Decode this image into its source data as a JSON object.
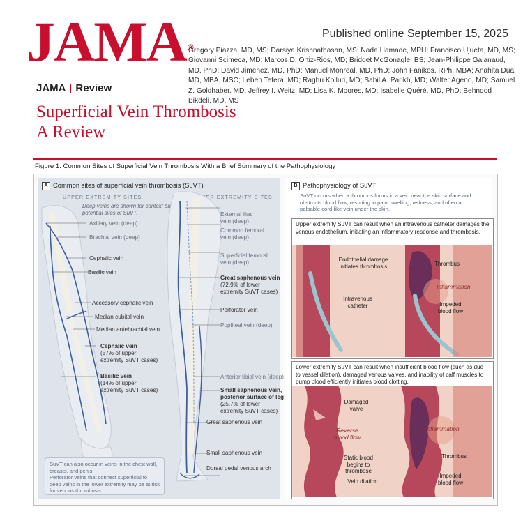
{
  "header": {
    "logo": "JAMA",
    "registered": "®",
    "published": "Published online September 15, 2025",
    "authors": "Gregory Piazza, MD, MS; Darsiya Krishnathasan, MS; Nada Hamade, MPH; Francisco Ujueta, MD, MS; Giovanni Scimeca, MD; Marcos D. Ortiz-Rios, MD; Bridget McGonagle, BS; Jean-Philippe Galanaud, MD, PhD; David Jiménez, MD, PhD; Manuel Monreal, MD, PhD; John Fanikos, RPh, MBA; Anahita Dua, MD, MBA, MSC; Leben Tefera, MD; Raghu Kolluri, MD; Sahil A. Parikh, MD; Walter Ageno, MD; Samuel Z. Goldhaber, MD; Jeffrey I. Weitz, MD; Lisa K. Moores, MD; Isabelle Quéré, MD, PhD; Behnood Bikdeli, MD, MS",
    "journal": "JAMA",
    "sep": "|",
    "section": "Review",
    "title_line1": "Superficial Vein Thrombosis",
    "title_line2": "A Review"
  },
  "figure": {
    "caption": "Figure 1. Common Sites of Superficial Vein Thrombosis With a Brief Summary of the Pathophysiology",
    "panel_a": {
      "label": "A",
      "title": "Common sites of superficial vein thrombosis (SuVT)",
      "upper_title": "UPPER EXTREMITY SITES",
      "lower_title": "LOWER EXTREMITY SITES",
      "deep_note": "Deep veins are shown for context but are not potential sites of SuVT.",
      "upper_labels": {
        "axillary": "Axillary vein (deep)",
        "brachial": "Brachial vein (deep)",
        "cephalic": "Cephalic vein",
        "basilic": "Basilic vein",
        "accessory": "Accessory cephalic vein",
        "median_cubital": "Median cubital vein",
        "median_ante": "Median antebrachial vein",
        "cephalic2": "Cephalic vein",
        "cephalic2_pct": "(57% of upper",
        "cephalic2_pct2": "extremity SuVT cases)",
        "basilic2": "Basilic vein",
        "basilic2_pct": "(14% of upper",
        "basilic2_pct2": "extremity SuVT cases)"
      },
      "lower_labels": {
        "ext_iliac": "External iliac",
        "ext_iliac2": "vein (deep)",
        "common_fem": "Common femoral",
        "common_fem2": "vein (deep)",
        "sup_fem": "Superficial femoral",
        "sup_fem2": "vein (deep)",
        "gsv": "Great saphenous vein",
        "gsv_pct": "(72.9% of lower",
        "gsv_pct2": "extremity SuVT cases)",
        "perforator": "Perforator vein",
        "popliteal": "Popliteal vein (deep)",
        "ant_tibial": "Anterior tibial vein (deep)",
        "ssv": "Small saphenous vein,",
        "ssv2": "posterior surface of leg",
        "ssv_pct": "(25.7% of lower",
        "ssv_pct2": "extremity SuVT cases)",
        "gsv_lower": "Great saphenous vein",
        "ssv_lower": "Small saphenous vein",
        "dorsal": "Dorsal pedal venous arch"
      },
      "footnote_1": "SuVT can also occur in veins in the chest wall, breasts, and penis.",
      "footnote_2": "Perforator veins that connect superficial to deep veins in the lower extremity may be at risk for venous thrombosis."
    },
    "panel_b": {
      "label": "B",
      "title": "Pathophysiology of SuVT",
      "intro": "SuVT occurs when a thrombus forms in a vein near the skin surface and obstructs blood flow, resulting in pain, swelling, redness, and often a palpable cord-like vein under the skin.",
      "upper_box": {
        "caption": "Upper extremity SuVT can result when an intravenous catheter damages the venous endothelium, initiating an inflammatory response and thrombosis.",
        "endothelial": "Endothelial damage",
        "endothelial2": "initiates thrombosis",
        "catheter": "Intravenous",
        "catheter2": "catheter",
        "thrombus": "Thrombus",
        "inflammation": "Inflammation",
        "impeded": "Impeded",
        "impeded2": "blood flow"
      },
      "lower_box": {
        "caption": "Lower extremity SuVT can result when insufficient blood flow (such as due to vessel dilation), damaged venous valves, and inability of calf muscles to pump blood efficiently initiates blood clotting.",
        "damaged": "Damaged",
        "damaged2": "valve",
        "reverse": "Reverse",
        "reverse2": "blood flow",
        "static": "Static blood",
        "static2": "begins to",
        "static3": "thrombose",
        "dilation": "Vein dilation",
        "inflammation": "Inflammation",
        "thrombus": "Thrombus",
        "impeded": "Impeded",
        "impeded2": "blood flow"
      }
    }
  },
  "colors": {
    "brand_red": "#c8102e",
    "vein_blue": "#3f5f9c",
    "panel_bg": "#dfe3ea",
    "tissue_pink": "#e9b4a6",
    "thrombus_purple": "#6a2e5a"
  }
}
